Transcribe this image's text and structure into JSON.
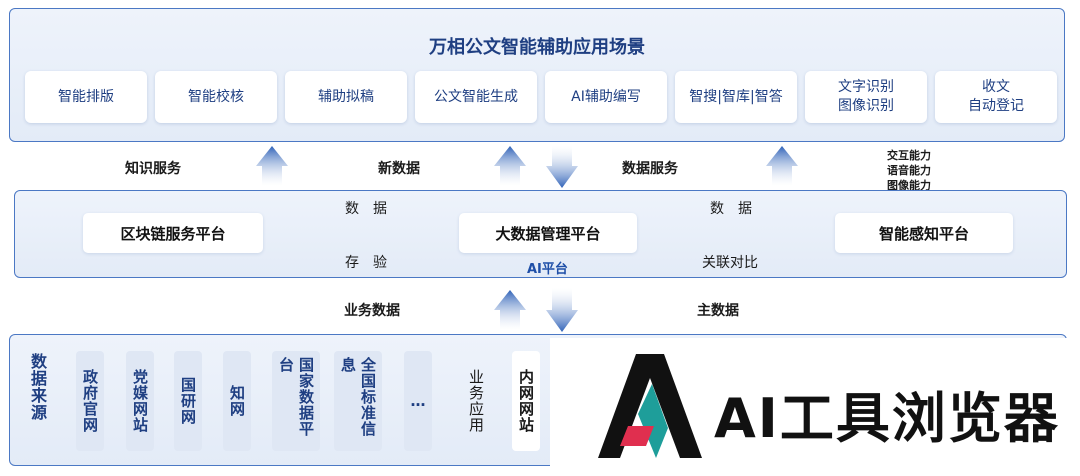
{
  "top": {
    "title": "万相公文智能辅助应用场景",
    "scenes": [
      "智能排版",
      "智能校核",
      "辅助拟稿",
      "公文智能生成",
      "AI辅助编写",
      "智搜|智库|智答",
      "文字识别\n图像识别",
      "收文\n自动登记"
    ]
  },
  "flow_upper": {
    "knowledge_service": "知识服务",
    "new_data": "新数据",
    "data_service": "数据服务",
    "abilities": [
      "交互能力",
      "语音能力",
      "图像能力"
    ]
  },
  "middle": {
    "blockchain": "区块链服务平台",
    "bigdata": "大数据管理平台",
    "perception": "智能感知平台",
    "ai_platform": "AI平台",
    "left_top": "数　据",
    "left_bottom": "存　验",
    "right_top": "数　据",
    "right_bottom": "关联对比"
  },
  "flow_lower": {
    "business_data": "业务数据",
    "master_data": "主数据"
  },
  "sources": {
    "title": "数据来源",
    "items": [
      "政府官网",
      "党媒网站",
      "国研网",
      "知网",
      "国家数据平台",
      "全国标准信息",
      "…",
      "业务应用",
      "内网网站"
    ]
  },
  "watermark": {
    "text": "AI工具浏览器"
  },
  "colors": {
    "primary": "#1f3f82",
    "border": "#4b78c4",
    "arrow": "#2f62b8"
  }
}
